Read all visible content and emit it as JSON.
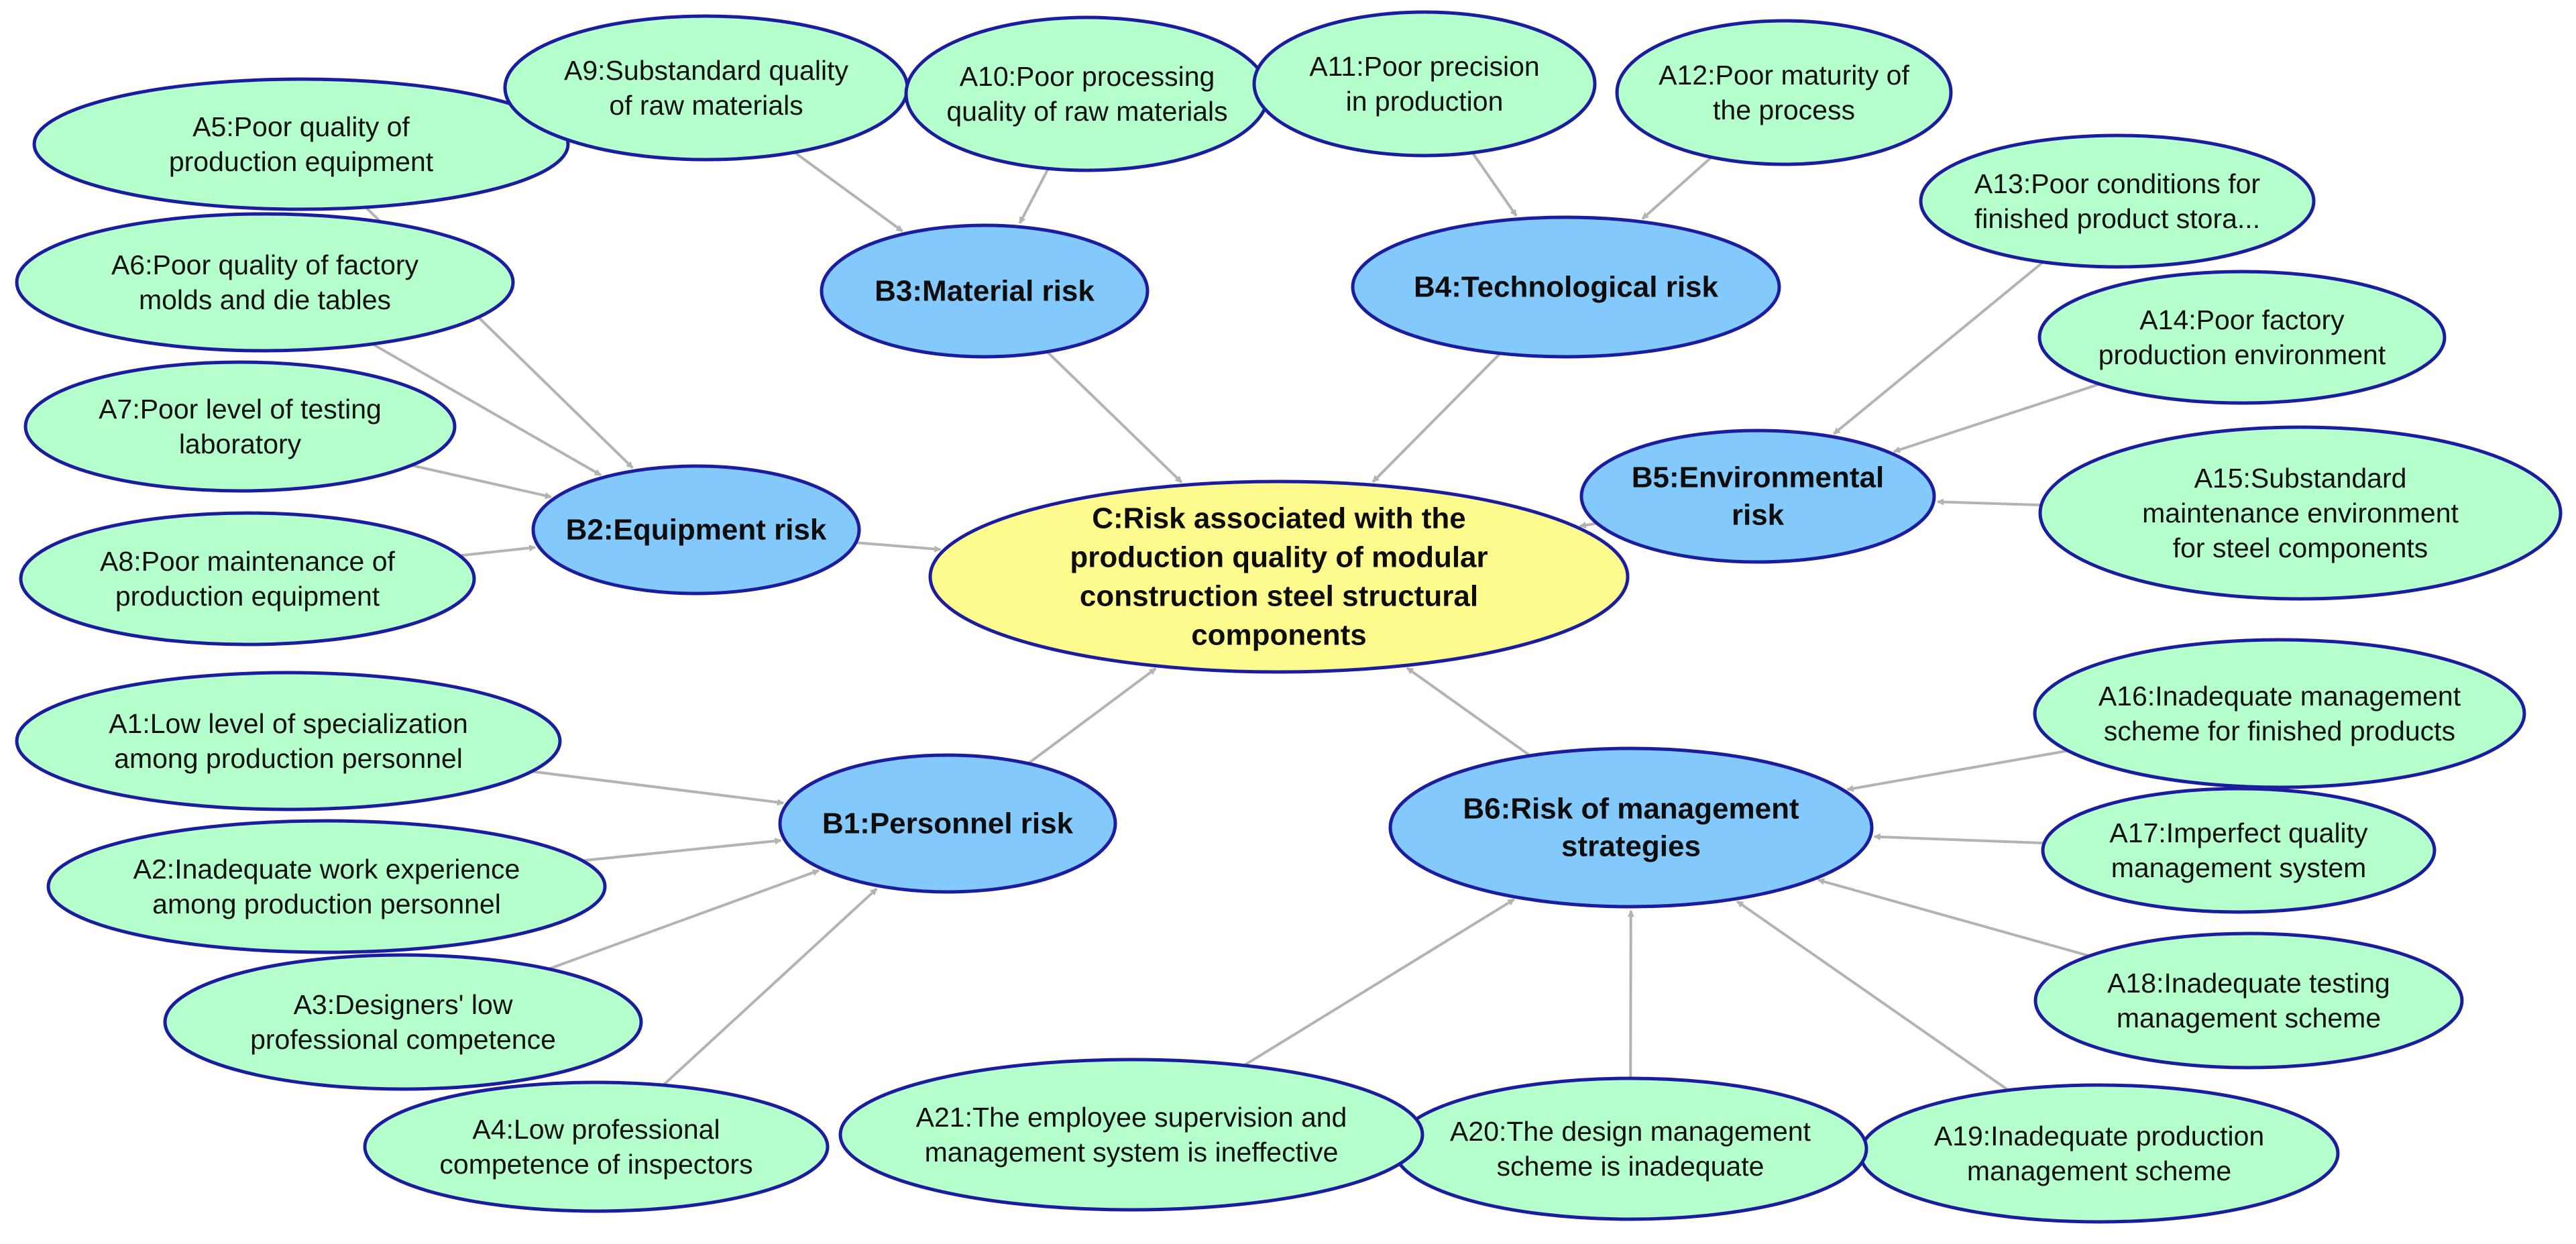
{
  "diagram": {
    "colors": {
      "factor_fill": "#b5ffcc",
      "category_fill": "#84c9fb",
      "target_fill": "#fefb8e",
      "outline": "#1c1c9e",
      "edge": "#b3b3b3"
    },
    "nodes": {
      "C": {
        "level": "target",
        "lines": [
          "C:Risk associated with the",
          "production quality of modular",
          "construction steel structural",
          "components"
        ]
      },
      "B1": {
        "level": "category",
        "lines": [
          "B1:Personnel risk"
        ]
      },
      "B2": {
        "level": "category",
        "lines": [
          "B2:Equipment risk"
        ]
      },
      "B3": {
        "level": "category",
        "lines": [
          "B3:Material risk"
        ]
      },
      "B4": {
        "level": "category",
        "lines": [
          "B4:Technological risk"
        ]
      },
      "B5": {
        "level": "category",
        "lines": [
          "B5:Environmental",
          "risk"
        ]
      },
      "B6": {
        "level": "category",
        "lines": [
          "B6:Risk of management",
          "strategies"
        ]
      },
      "A1": {
        "level": "factor",
        "lines": [
          "A1:Low level of specialization",
          "among production personnel"
        ]
      },
      "A2": {
        "level": "factor",
        "lines": [
          "A2:Inadequate work experience",
          "among production personnel"
        ]
      },
      "A3": {
        "level": "factor",
        "lines": [
          "A3:Designers' low",
          "professional competence"
        ]
      },
      "A4": {
        "level": "factor",
        "lines": [
          "A4:Low professional",
          "competence of inspectors"
        ]
      },
      "A5": {
        "level": "factor",
        "lines": [
          "A5:Poor quality of",
          "production equipment"
        ]
      },
      "A6": {
        "level": "factor",
        "lines": [
          "A6:Poor quality of factory",
          "molds and die tables"
        ]
      },
      "A7": {
        "level": "factor",
        "lines": [
          "A7:Poor level of testing",
          "laboratory"
        ]
      },
      "A8": {
        "level": "factor",
        "lines": [
          "A8:Poor maintenance of",
          "production equipment"
        ]
      },
      "A9": {
        "level": "factor",
        "lines": [
          "A9:Substandard quality",
          "of raw materials"
        ]
      },
      "A10": {
        "level": "factor",
        "lines": [
          "A10:Poor processing",
          "quality of raw materials"
        ]
      },
      "A11": {
        "level": "factor",
        "lines": [
          "A11:Poor precision",
          "in production"
        ]
      },
      "A12": {
        "level": "factor",
        "lines": [
          "A12:Poor maturity of",
          "the process"
        ]
      },
      "A13": {
        "level": "factor",
        "lines": [
          "A13:Poor conditions for",
          "finished product stora..."
        ]
      },
      "A14": {
        "level": "factor",
        "lines": [
          "A14:Poor factory",
          "production environment"
        ]
      },
      "A15": {
        "level": "factor",
        "lines": [
          "A15:Substandard",
          "maintenance environment",
          "for steel components"
        ]
      },
      "A16": {
        "level": "factor",
        "lines": [
          "A16:Inadequate management",
          "scheme for finished products"
        ]
      },
      "A17": {
        "level": "factor",
        "lines": [
          "A17:Imperfect quality",
          "management system"
        ]
      },
      "A18": {
        "level": "factor",
        "lines": [
          "A18:Inadequate testing",
          "management scheme"
        ]
      },
      "A19": {
        "level": "factor",
        "lines": [
          "A19:Inadequate production",
          "management scheme"
        ]
      },
      "A20": {
        "level": "factor",
        "lines": [
          "A20:The design management",
          "scheme is inadequate"
        ]
      },
      "A21": {
        "level": "factor",
        "lines": [
          "A21:The employee supervision and",
          "management system is ineffective"
        ]
      }
    },
    "edges": [
      [
        "A1",
        "B1"
      ],
      [
        "A2",
        "B1"
      ],
      [
        "A3",
        "B1"
      ],
      [
        "A4",
        "B1"
      ],
      [
        "A5",
        "B2"
      ],
      [
        "A6",
        "B2"
      ],
      [
        "A7",
        "B2"
      ],
      [
        "A8",
        "B2"
      ],
      [
        "A9",
        "B3"
      ],
      [
        "A10",
        "B3"
      ],
      [
        "A11",
        "B4"
      ],
      [
        "A12",
        "B4"
      ],
      [
        "A13",
        "B5"
      ],
      [
        "A14",
        "B5"
      ],
      [
        "A15",
        "B5"
      ],
      [
        "A16",
        "B6"
      ],
      [
        "A17",
        "B6"
      ],
      [
        "A18",
        "B6"
      ],
      [
        "A19",
        "B6"
      ],
      [
        "A20",
        "B6"
      ],
      [
        "A21",
        "B6"
      ],
      [
        "B1",
        "C"
      ],
      [
        "B2",
        "C"
      ],
      [
        "B3",
        "C"
      ],
      [
        "B4",
        "C"
      ],
      [
        "B5",
        "C"
      ],
      [
        "B6",
        "C"
      ]
    ]
  }
}
